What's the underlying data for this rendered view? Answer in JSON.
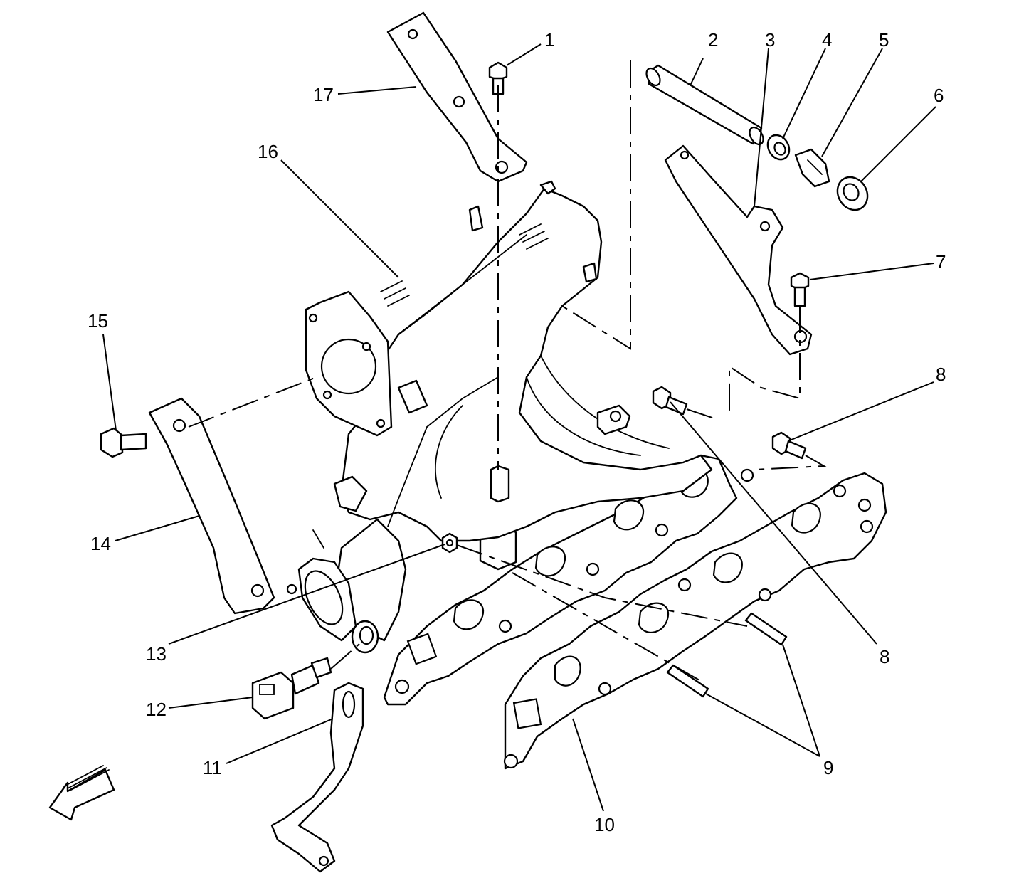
{
  "callouts": [
    {
      "id": "1",
      "label": "1"
    },
    {
      "id": "2",
      "label": "2"
    },
    {
      "id": "3",
      "label": "3"
    },
    {
      "id": "4",
      "label": "4"
    },
    {
      "id": "5",
      "label": "5"
    },
    {
      "id": "6",
      "label": "6"
    },
    {
      "id": "7",
      "label": "7"
    },
    {
      "id": "8a",
      "label": "8"
    },
    {
      "id": "8b",
      "label": "8"
    },
    {
      "id": "9",
      "label": "9"
    },
    {
      "id": "10",
      "label": "10"
    },
    {
      "id": "11",
      "label": "11"
    },
    {
      "id": "12",
      "label": "12"
    },
    {
      "id": "13",
      "label": "13"
    },
    {
      "id": "14",
      "label": "14"
    },
    {
      "id": "15",
      "label": "15"
    },
    {
      "id": "16",
      "label": "16"
    },
    {
      "id": "17",
      "label": "17"
    }
  ],
  "icons": {
    "direction_arrow": "front-direction-arrow-icon"
  },
  "colors": {
    "line": "#000000",
    "background": "#ffffff"
  }
}
